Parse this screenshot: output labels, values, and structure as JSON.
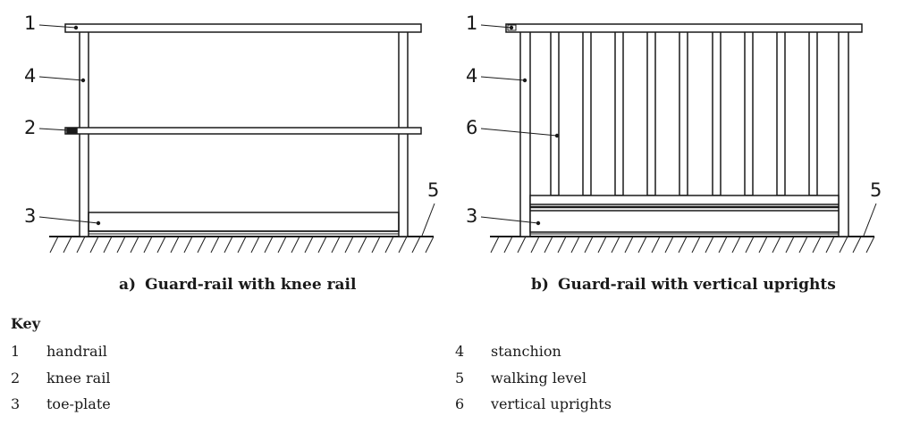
{
  "figure_a": {
    "sub": "a)",
    "caption": "Guard-rail with knee rail",
    "callouts": [
      "1",
      "4",
      "2",
      "3",
      "5"
    ]
  },
  "figure_b": {
    "sub": "b)",
    "caption": "Guard-rail with vertical uprights",
    "callouts": [
      "1",
      "4",
      "6",
      "3",
      "5"
    ]
  },
  "key": {
    "title": "Key",
    "items": [
      {
        "num": "1",
        "label": "handrail"
      },
      {
        "num": "2",
        "label": "knee rail"
      },
      {
        "num": "3",
        "label": "toe-plate"
      },
      {
        "num": "4",
        "label": "stanchion"
      },
      {
        "num": "5",
        "label": "walking level"
      },
      {
        "num": "6",
        "label": "vertical uprights"
      }
    ]
  }
}
